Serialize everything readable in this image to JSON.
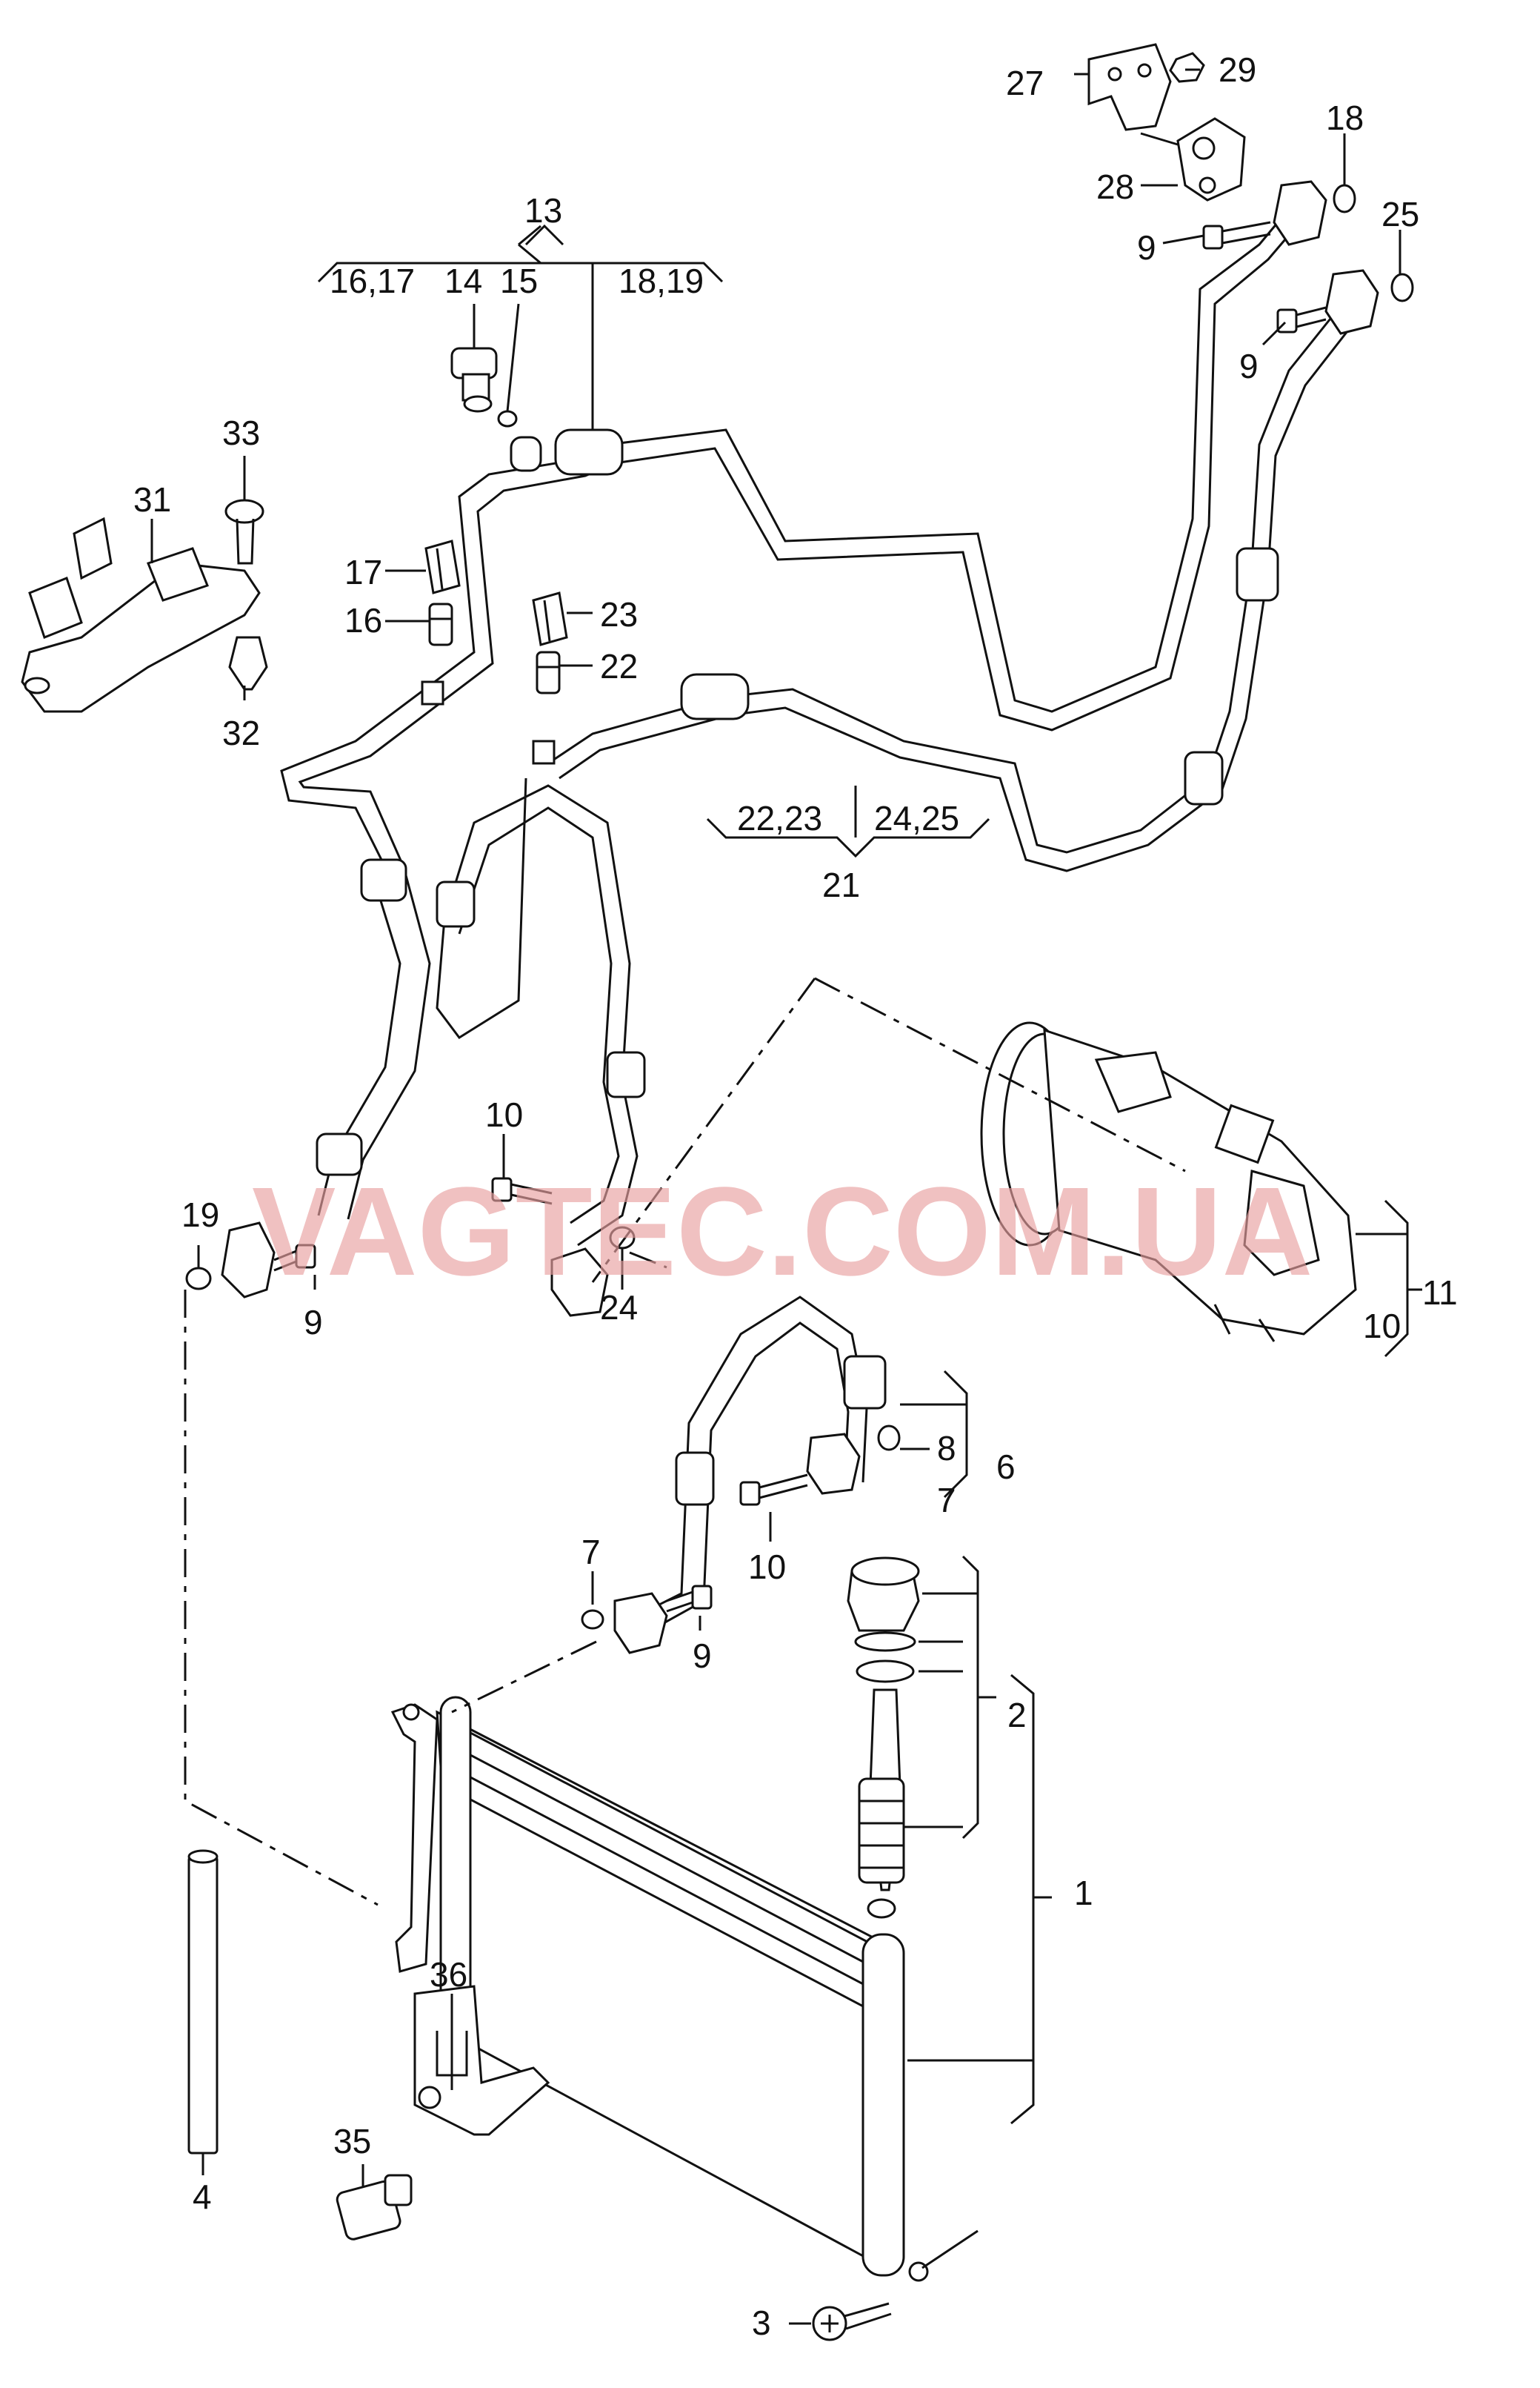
{
  "watermark": "VAGTEC.COM.UA",
  "labels": {
    "l1": "1",
    "l2": "2",
    "l3": "3",
    "l4": "4",
    "l6": "6",
    "l7a": "7",
    "l7b": "7",
    "l8": "8",
    "l9a": "9",
    "l9b": "9",
    "l9c": "9",
    "l9d": "9",
    "l10a": "10",
    "l10b": "10",
    "l10c": "10",
    "l11": "11",
    "l13": "13",
    "l14": "14",
    "l15": "15",
    "l1617": "16,17",
    "l16": "16",
    "l17": "17",
    "l18": "18",
    "l1819": "18,19",
    "l19": "19",
    "l21": "21",
    "l22": "22",
    "l2223": "22,23",
    "l23": "23",
    "l24": "24",
    "l2425": "24,25",
    "l25": "25",
    "l27": "27",
    "l28": "28",
    "l29": "29",
    "l31": "31",
    "l32": "32",
    "l33": "33",
    "l35": "35",
    "l36": "36"
  }
}
